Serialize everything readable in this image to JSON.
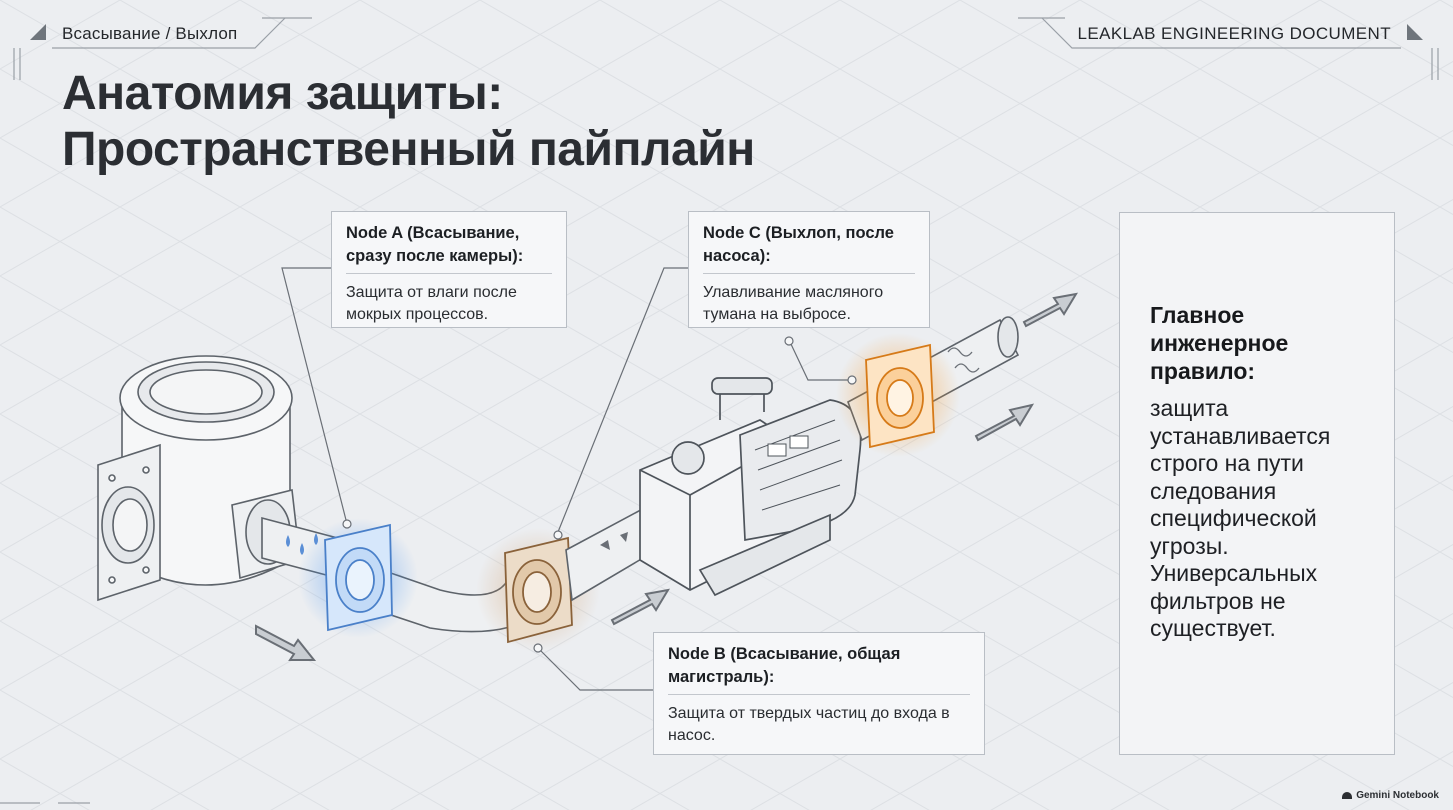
{
  "header": {
    "left_tag": "Всасывание / Выхлоп",
    "right_tag": "LEAKLAB ENGINEERING DOCUMENT"
  },
  "title": {
    "line1": "Анатомия защиты:",
    "line2": "Пространственный пайплайн"
  },
  "nodes": {
    "a": {
      "head": "Node A (Всасывание, сразу после камеры):",
      "body": "Защита от влаги после мокрых процессов."
    },
    "b": {
      "head": "Node B (Всасывание, общая магистраль):",
      "body": "Защита от твердых частиц до входа в насос."
    },
    "c": {
      "head": "Node C (Выхлоп, после насоса):",
      "body": "Улавливание масляного тумана на выбросе."
    }
  },
  "rule": {
    "head": "Главное инженерное правило:",
    "body": "защита устанавливается строго на пути следования специфической угрозы. Универсальных фильтров не существует."
  },
  "watermark": "Gemini Notebook",
  "colors": {
    "node_a": "#3d8ef0",
    "node_b": "#b8773a",
    "node_c": "#f0922a",
    "panel_border": "#b9bec5"
  }
}
